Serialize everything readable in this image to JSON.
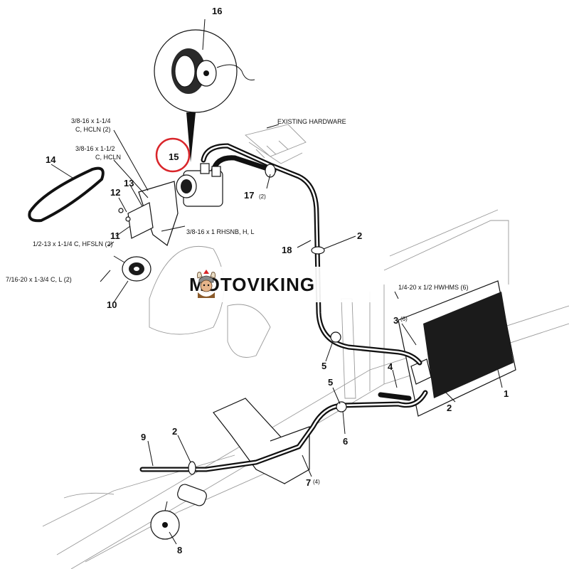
{
  "diagram": {
    "header_note": "EXISTING HARDWARE",
    "callouts": {
      "c1": "1",
      "c2a": "2",
      "c2b": "2",
      "c2c": "2",
      "c3": "3",
      "c3_qty": "(6)",
      "c4": "4",
      "c5a": "5",
      "c5b": "5",
      "c6": "6",
      "c7": "7",
      "c7_qty": "(4)",
      "c8": "8",
      "c9": "9",
      "c10": "10",
      "c11": "11",
      "c12": "12",
      "c13": "13",
      "c14": "14",
      "c15": "15",
      "c16": "16",
      "c17": "17",
      "c17_qty": "(2)",
      "c18": "18"
    },
    "hardware_notes": {
      "n1_line1": "3/8-16 x 1-1/4",
      "n1_line2": "C, HCLN (2)",
      "n2_line1": "3/8-16 x 1-1/2",
      "n2_line2": "C, HCLN",
      "n3": "3/8-16 x 1 RHSNB, H, L",
      "n4": "1/2-13 x 1-1/4 C, HFSLN (2)",
      "n5": "7/16-20 x 1-3/4 C, L (2)",
      "n6": "1/4-20 x 1/2 HWHMS (6)"
    },
    "highlight_color": "#d9252a"
  },
  "watermark": {
    "brand": "MOTOVIKING"
  }
}
